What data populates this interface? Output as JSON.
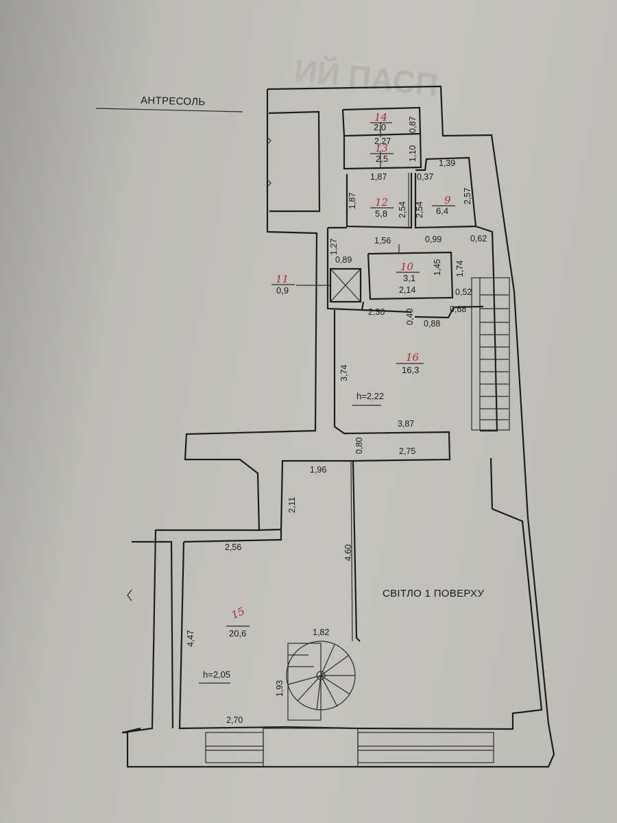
{
  "titles": {
    "mezzanine": "АНТРЕСОЛЬ",
    "light": "СВІТЛО 1 ПОВЕРХУ",
    "background": "ИЙ ПАСП"
  },
  "rooms": [
    {
      "id": "r14",
      "number": "14",
      "area": "2,0"
    },
    {
      "id": "r13",
      "number": "13",
      "area": "2,5"
    },
    {
      "id": "r12",
      "number": "12",
      "area": "5,8"
    },
    {
      "id": "r9",
      "number": "9",
      "area": "6,4"
    },
    {
      "id": "r10",
      "number": "10",
      "area": "3,1"
    },
    {
      "id": "r11",
      "number": "11",
      "area": "0,9"
    },
    {
      "id": "r16",
      "number": "16",
      "area": "16,3"
    },
    {
      "id": "r15",
      "number": "15",
      "area": "20,6"
    }
  ],
  "heights": {
    "r16": "h=2,22",
    "r15": "h=2,05"
  },
  "dimensions": [
    "0,87",
    "2,27",
    "1,10",
    "1,87",
    "1,39",
    "0,37",
    "1,87",
    "2,54",
    "2,54",
    "2,57",
    "1,56",
    "0,99",
    "0,62",
    "1,27",
    "0,89",
    "1,45",
    "1,74",
    "2,14",
    "0,52",
    "2,30",
    "0,40",
    "0,68",
    "0,88",
    "3,74",
    "3,87",
    "0,80",
    "2,75",
    "1,96",
    "2,11",
    "2,56",
    "4,60",
    "4,47",
    "1,82",
    "1,93",
    "2,70"
  ]
}
